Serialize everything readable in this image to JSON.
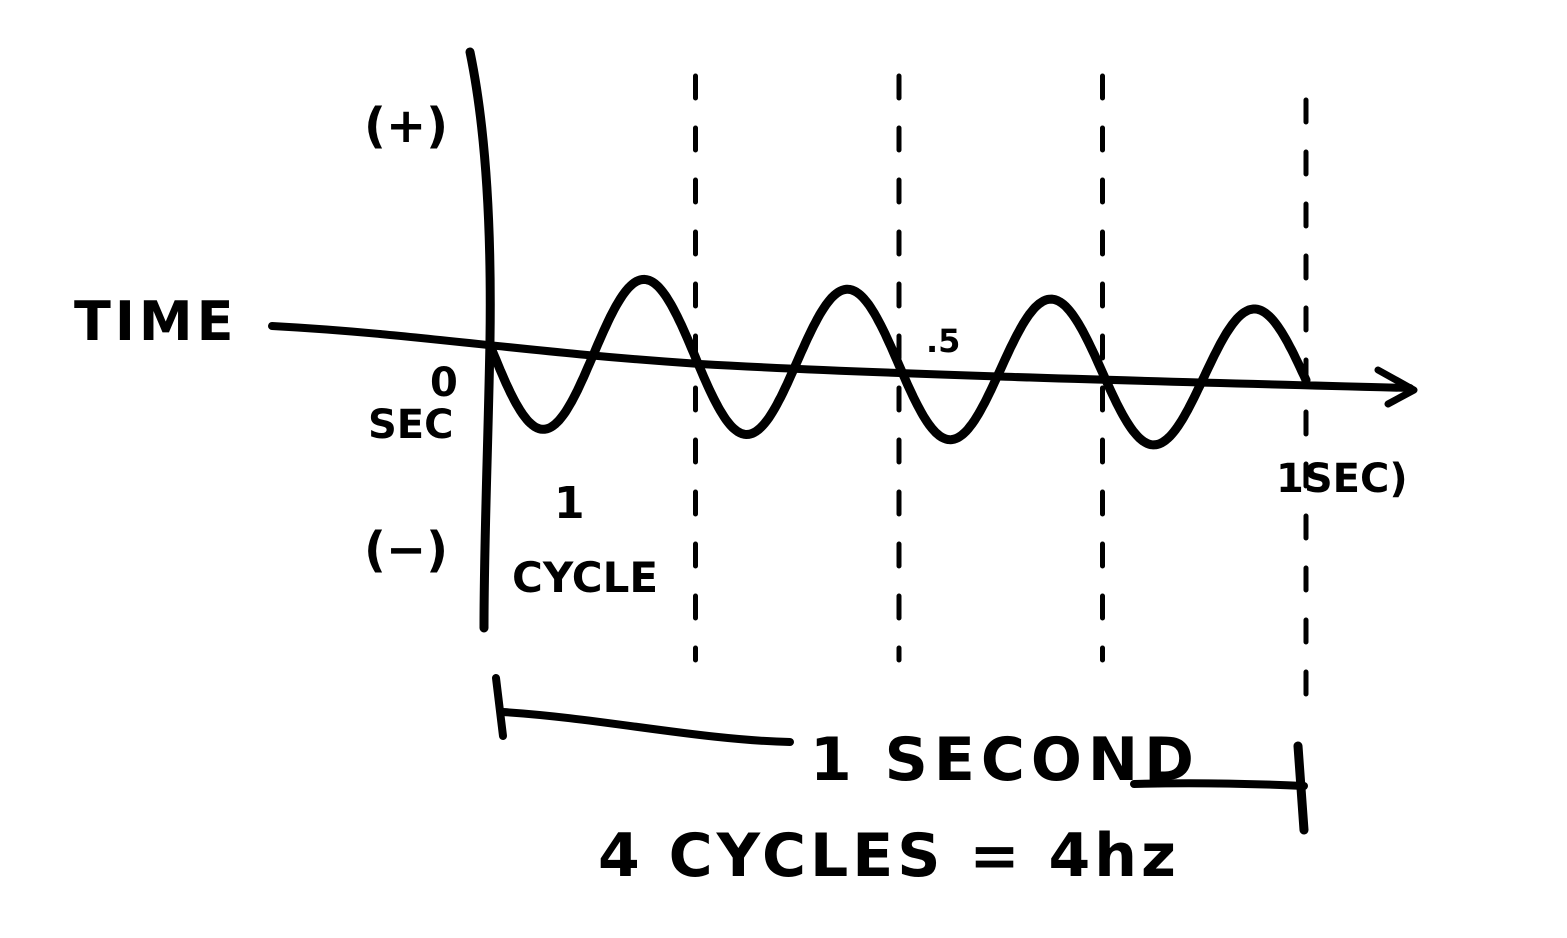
{
  "labels": {
    "time": "TIME",
    "positive": "(+)",
    "negative": "(−)",
    "zero": "0",
    "zero_unit": "SEC",
    "half": ".5",
    "one_sec": "1SEC)",
    "cycle_mark": "1",
    "cycle_word": "CYCLE",
    "one_second": "1 SECOND",
    "equation": "4 CYCLES = 4hz"
  },
  "wave": {
    "cycles": 4,
    "duration_seconds": 1,
    "frequency_hz": 4,
    "time_markers": [
      0,
      0.25,
      0.5,
      0.75,
      1
    ]
  },
  "colors": {
    "ink": "#000000",
    "paper": "#ffffff"
  }
}
